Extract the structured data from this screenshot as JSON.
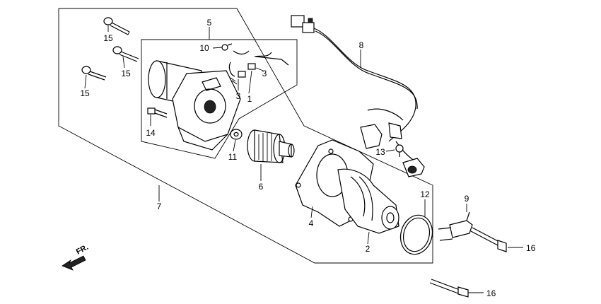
{
  "diagram": {
    "callouts": [
      {
        "id": "c5",
        "text": "5"
      },
      {
        "id": "c10",
        "text": "10"
      },
      {
        "id": "c3a",
        "text": "3"
      },
      {
        "id": "c3b",
        "text": "3"
      },
      {
        "id": "c1",
        "text": "1"
      },
      {
        "id": "c15a",
        "text": "15"
      },
      {
        "id": "c15b",
        "text": "15"
      },
      {
        "id": "c15c",
        "text": "15"
      },
      {
        "id": "c14",
        "text": "14"
      },
      {
        "id": "c11",
        "text": "11"
      },
      {
        "id": "c6",
        "text": "6"
      },
      {
        "id": "c7",
        "text": "7"
      },
      {
        "id": "c8",
        "text": "8"
      },
      {
        "id": "c13",
        "text": "13"
      },
      {
        "id": "c4",
        "text": "4"
      },
      {
        "id": "c2",
        "text": "2"
      },
      {
        "id": "c12",
        "text": "12"
      },
      {
        "id": "c9",
        "text": "9"
      },
      {
        "id": "c16a",
        "text": "16"
      },
      {
        "id": "c16b",
        "text": "16"
      }
    ],
    "direction_label": "FR."
  }
}
